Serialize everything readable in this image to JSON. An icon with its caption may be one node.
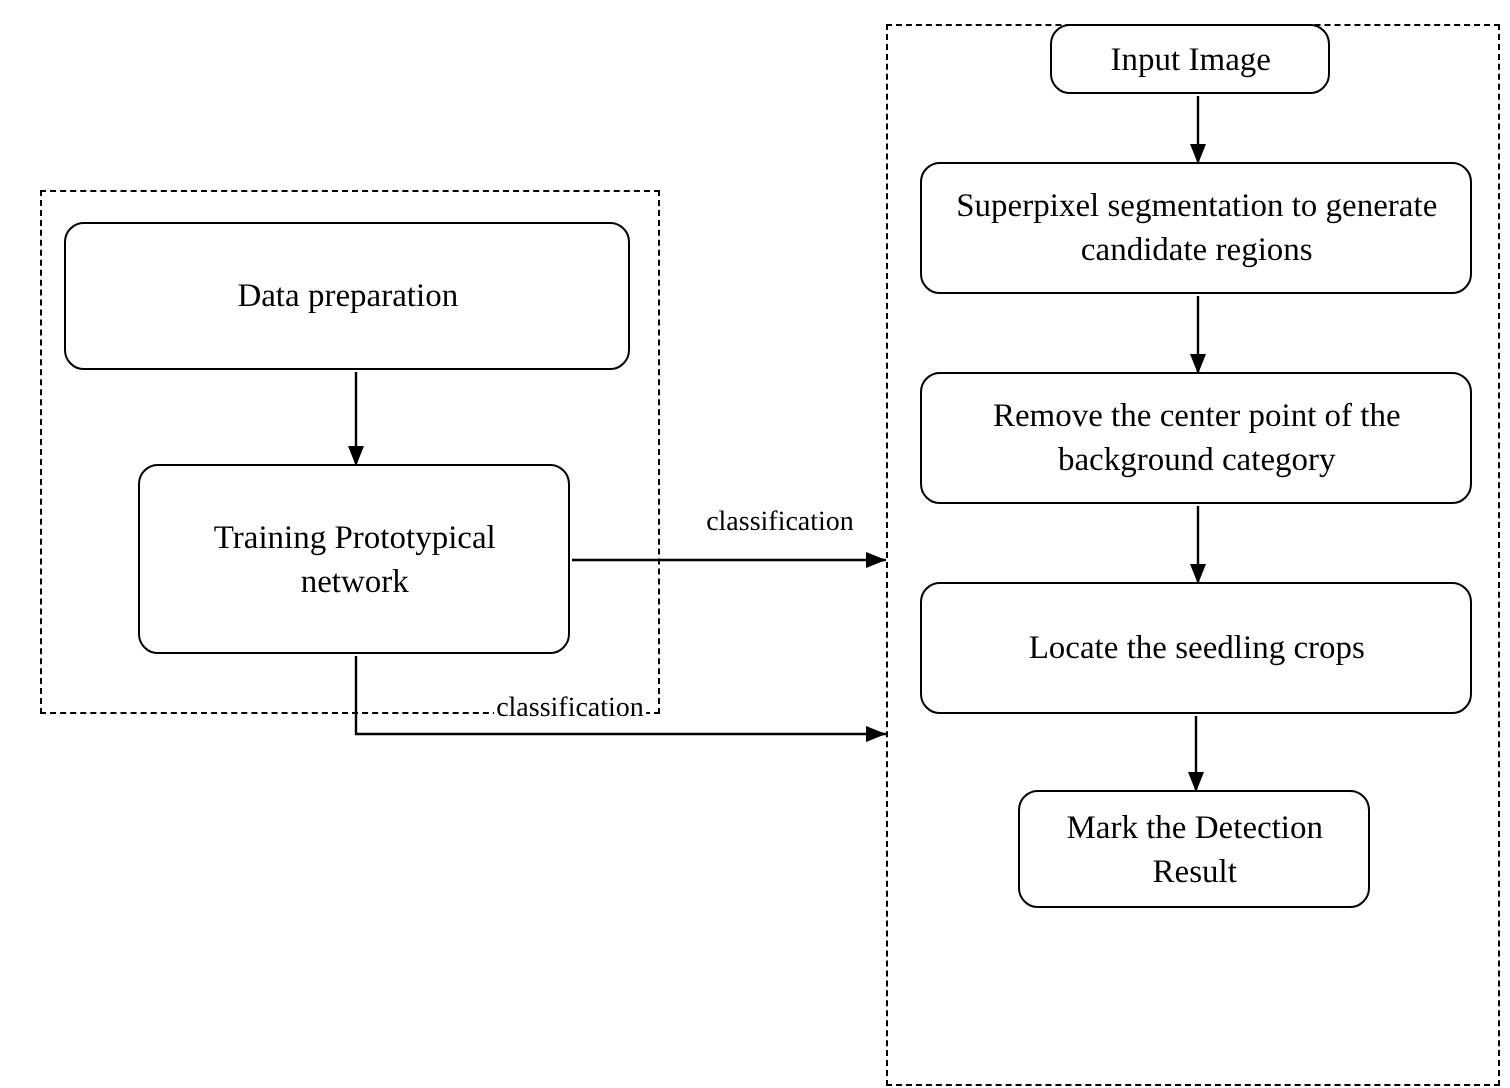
{
  "diagram": {
    "nodes": [
      {
        "text": [],
        "shape": "box"
      },
      {
        "text": [
          "Data preparation"
        ],
        "in": 0
      },
      {
        "text": [
          "Training Prototypical network"
        ],
        "in": 0
      },
      {
        "text": [],
        "shape": "box"
      },
      {
        "text": [
          "Input Image"
        ],
        "in": 3
      },
      {
        "text": [
          "Superpixel segmentation to generate candidate regions"
        ],
        "in": 3
      },
      {
        "text": [
          "Remove the center point of the background category"
        ],
        "in": 3
      },
      {
        "text": [
          "Locate the seedling crops"
        ],
        "in": 3
      },
      {
        "text": [
          "Mark the Detection Result"
        ],
        "in": 3
      }
    ],
    "edges": [
      {
        "from": 1,
        "to": 2,
        "arrow": "to"
      },
      {
        "from": 2,
        "to": 3,
        "arrow": "to",
        "label": "classification"
      },
      {
        "from": 2,
        "to": 3,
        "arrow": "to",
        "label": "classification"
      },
      {
        "from": 4,
        "to": 5,
        "arrow": "to"
      },
      {
        "from": 5,
        "to": 6,
        "arrow": "to"
      },
      {
        "from": 6,
        "to": 7,
        "arrow": "to"
      },
      {
        "from": 7,
        "to": 8,
        "arrow": "to"
      }
    ]
  }
}
